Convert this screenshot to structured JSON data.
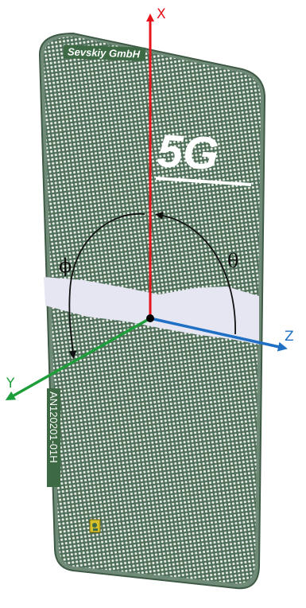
{
  "board": {
    "brand_label": "Sevskiy GmbH",
    "technology_label": "5G",
    "part_number": "AN120201-01H"
  },
  "axes": {
    "x_label": "X",
    "y_label": "Y",
    "z_label": "Z",
    "x_color": "#e8141c",
    "y_color": "#1e9e3a",
    "z_color": "#1f6fc4"
  },
  "angles": {
    "phi_label": "ϕ",
    "theta_label": "θ"
  }
}
